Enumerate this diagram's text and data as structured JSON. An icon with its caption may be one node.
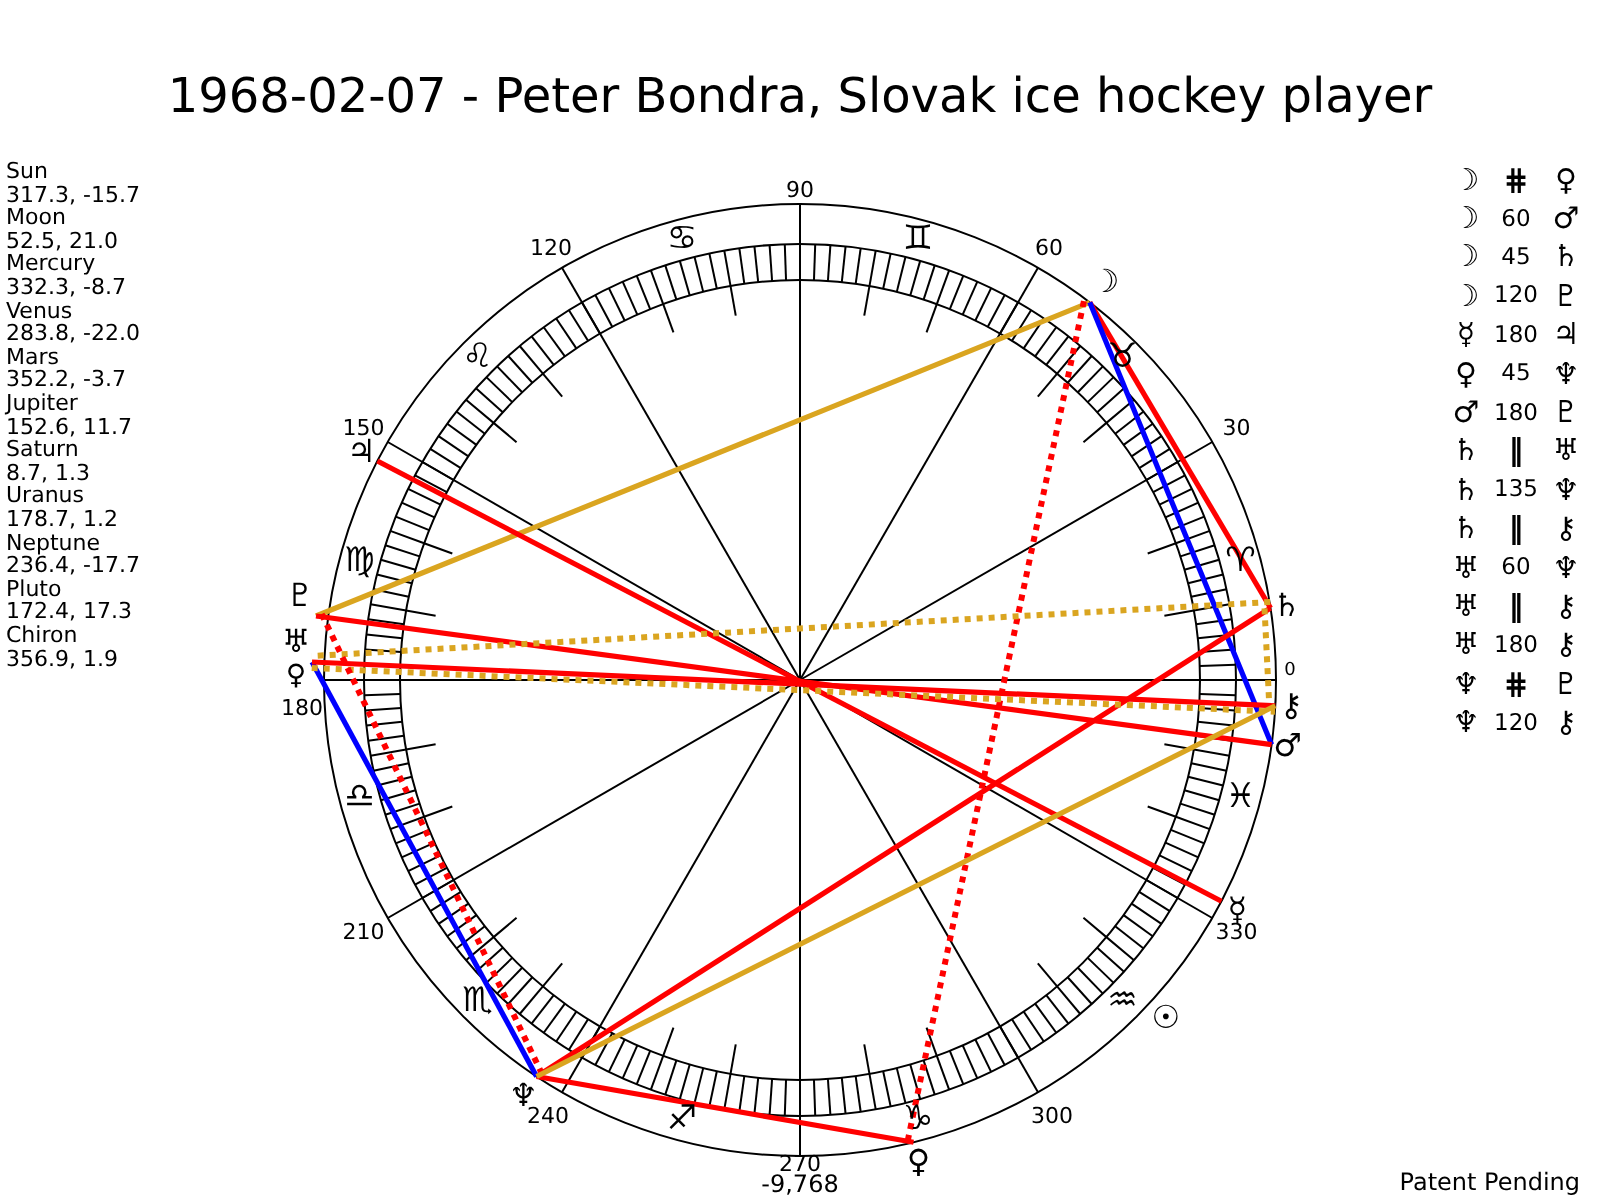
{
  "diagram": {
    "title": "1968-02-07 - Peter Bondra, Slovak ice hockey player",
    "nodes": [
      {
        "text": [
          "☽"
        ]
      },
      {
        "text": [
          "♃"
        ]
      },
      {
        "text": [
          "♄"
        ]
      },
      {
        "text": [
          "♇"
        ]
      },
      {
        "text": [
          "♅"
        ]
      },
      {
        "text": [
          "⚷"
        ]
      },
      {
        "text": [
          "♂"
        ]
      },
      {
        "text": [
          "☿"
        ]
      },
      {
        "text": [
          "♆"
        ]
      },
      {
        "text": [
          "♀"
        ]
      }
    ],
    "edges": [
      {
        "from": 0,
        "to": 3,
        "arrow": "none",
        "color": "#daa520"
      },
      {
        "from": 0,
        "to": 2,
        "arrow": "none"
      },
      {
        "from": 0,
        "to": 6,
        "arrow": "none",
        "color": "#0000ff"
      },
      {
        "from": 0,
        "to": 9,
        "arrow": "none",
        "style": "dashed"
      },
      {
        "from": 7,
        "to": 1,
        "arrow": "none"
      },
      {
        "from": 9,
        "to": 8,
        "arrow": "none"
      },
      {
        "from": 6,
        "to": 3,
        "arrow": "none"
      },
      {
        "from": 2,
        "to": 4,
        "arrow": "none",
        "style": "dashed",
        "color": "#daa520"
      },
      {
        "from": 2,
        "to": 8,
        "arrow": "none"
      },
      {
        "from": 2,
        "to": 5,
        "arrow": "none",
        "style": "dashed",
        "color": "#daa520"
      },
      {
        "from": 4,
        "to": 8,
        "arrow": "none",
        "color": "#0000ff"
      },
      {
        "from": 4,
        "to": 5,
        "arrow": "none",
        "style": "dashed",
        "color": "#daa520"
      },
      {
        "from": 4,
        "to": 5,
        "arrow": "none"
      },
      {
        "from": 8,
        "to": 3,
        "arrow": "none",
        "style": "dashed"
      },
      {
        "from": 8,
        "to": 5,
        "arrow": "none",
        "color": "#daa520"
      }
    ],
    "labels": [
      "Sun",
      "317.3, -15.7",
      "Moon",
      "52.5, 21.0",
      "Mercury",
      "332.3, -8.7",
      "Venus",
      "283.8, -22.0",
      "Mars",
      "352.2, -3.7",
      "Jupiter",
      "152.6, 11.7",
      "Saturn",
      "8.7, 1.3",
      "Uranus",
      "178.7, 1.2",
      "Neptune",
      "236.4, -17.7",
      "Pluto",
      "172.4, 17.3",
      "Chiron",
      "356.9, 1.9",
      "☽",
      "⋕",
      "♀",
      "☽",
      "60",
      "♂",
      "☽",
      "45",
      "♄",
      "☽",
      "120",
      "♇",
      "☿",
      "180",
      "♃",
      "♀",
      "45",
      "♆",
      "♂",
      "180",
      "♇",
      "♄",
      "‖",
      "♅",
      "♄",
      "135",
      "♆",
      "♄",
      "‖",
      "⚷",
      "♅",
      "60",
      "♆",
      "♅",
      "‖",
      "⚷",
      "♅",
      "180",
      "⚷",
      "♆",
      "⋕",
      "♇",
      "♆",
      "120",
      "⚷",
      "90",
      "120",
      "♋",
      "♊",
      "60",
      "♌",
      "♉",
      "150",
      "30",
      "♍",
      "♈",
      "♀",
      "0",
      "180",
      "♎",
      "♓",
      "210",
      "330",
      "♏",
      "♒",
      "☉",
      "240",
      "♐",
      "♑",
      "300",
      "270",
      "-9,768",
      "Patent Pending"
    ]
  }
}
